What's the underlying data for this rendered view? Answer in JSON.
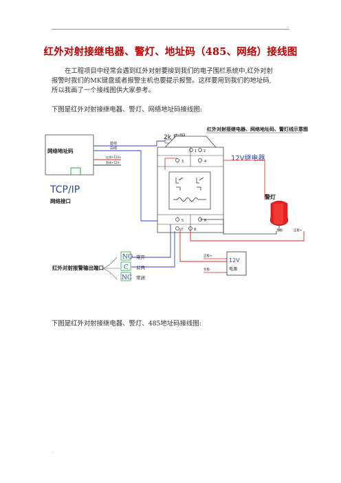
{
  "header": {
    "dot": "."
  },
  "title": "红外对射接继电器、警灯、地址码（485、网络）接线图",
  "intro": {
    "line1": "在工程项目中经常会遇到红外对射要接到我们的电子围栏系统中,红外对射",
    "line2": "报警时我们的MK键盘或者报警主机也要提示报警。这样要用到我们的地址码,",
    "line3": "所以我画了一个接线图供大家参考。"
  },
  "caption_network": "下图是红外对射接继电器、警灯、网络地址码接线图:",
  "caption_485": "下图是红外对射接继电器、警灯、485地址码接线图:",
  "footer": {
    "dot": "."
  },
  "diagram": {
    "heading": "红外对射接继电器、网络地址码、警灯线示意图",
    "address_box": "网络地址码",
    "wire_blue": "蓝线",
    "wire_white": "白线",
    "wire_red": "红线+12V+",
    "wire_black": "黑线+12V-",
    "tcpip": "TCP/IP",
    "net_port": "网络接口",
    "resistor": "2k 电阻",
    "relay_label": "12V继电器",
    "terminals": [
      "1",
      "2",
      "3",
      "4",
      "5",
      "6",
      "7",
      "8"
    ],
    "alarm_light": "警灯",
    "neg": "负极-",
    "pos": "正极+",
    "psu_line1": "12V",
    "psu_line2": "电源",
    "psu_pos": "正极+",
    "psu_neg": "负极-",
    "ir_label": "红外对射报警输出端口",
    "contacts": [
      {
        "code": "NO",
        "name": "常开"
      },
      {
        "code": "C",
        "name": "公共"
      },
      {
        "code": "NC",
        "name": "常闭"
      }
    ]
  }
}
